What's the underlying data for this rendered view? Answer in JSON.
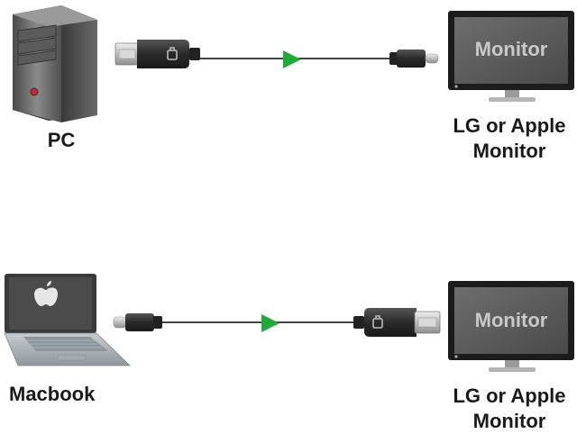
{
  "top_row": {
    "source_label": "PC",
    "screen_text": "Monitor",
    "target_label_line1": "LG or Apple",
    "target_label_line2": "Monitor"
  },
  "bottom_row": {
    "source_label": "Macbook",
    "screen_text": "Monitor",
    "target_label_line1": "LG or Apple",
    "target_label_line2": "Monitor"
  },
  "colors": {
    "arrow": "#1faa3a",
    "cable": "#2a2a2a",
    "monitor_screen": "#5a5a5a",
    "monitor_frame": "#222222",
    "pc_tower": "#6b6b6b",
    "laptop_body": "#a9b0b6"
  },
  "icons": [
    "pc-tower-icon",
    "monitor-icon",
    "laptop-icon",
    "apple-logo-icon",
    "displayport-plug-icon",
    "usb-c-plug-icon",
    "direction-arrow-icon"
  ]
}
